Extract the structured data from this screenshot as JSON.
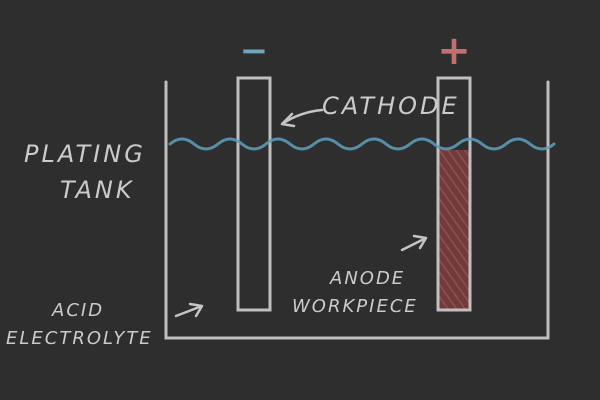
{
  "diagram": {
    "labels": {
      "plating_tank_line1": "PLATING",
      "plating_tank_line2": "TANK",
      "cathode": "CATHODE",
      "anode_line1": "ANODE",
      "anode_line2": "WORKPIECE",
      "acid_line1": "ACID",
      "acid_line2": "ELECTROLYTE"
    },
    "polarity": {
      "negative": "−",
      "positive": "+"
    },
    "colors": {
      "board": "#2e2e2e",
      "chalk": "#d9d9d9",
      "liquid": "#5b9bb5",
      "negative": "#6ea7bd",
      "positive": "#c07070",
      "plating_fill": "#8a4444"
    }
  }
}
